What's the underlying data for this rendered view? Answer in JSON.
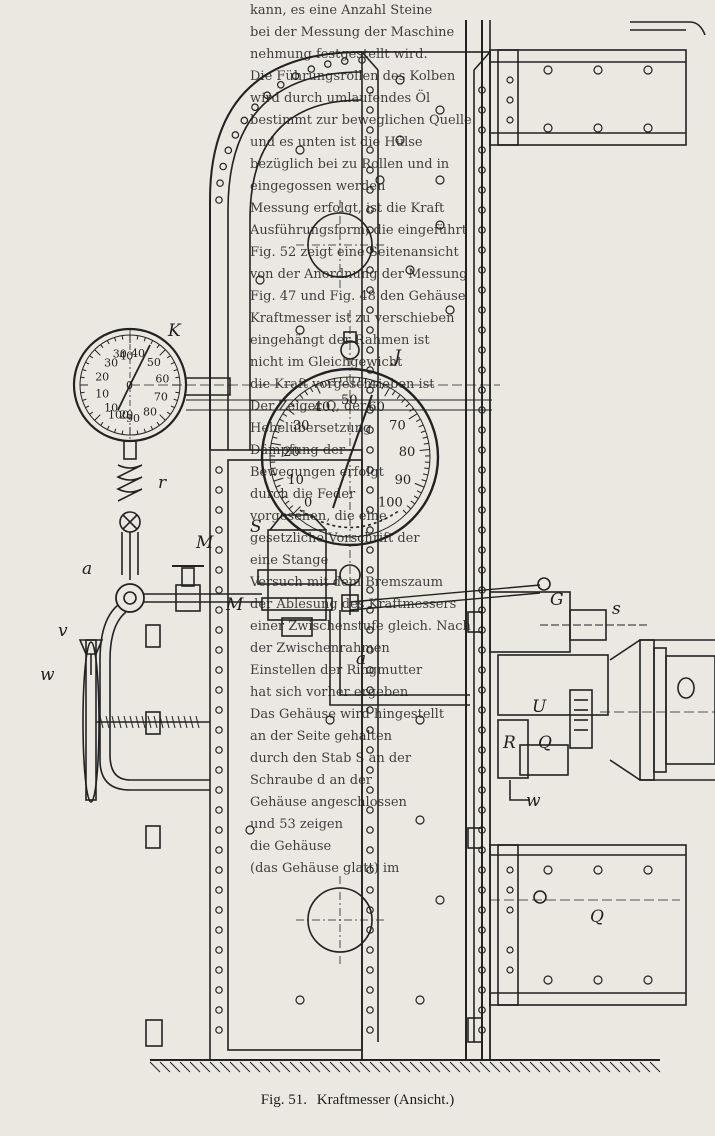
{
  "colors": {
    "ink": "#222222",
    "paper": "#ebe8e1",
    "bleed": "#c9c5bc"
  },
  "caption": {
    "number": "Fig. 51.",
    "title": "Kraftmesser (Ansicht.)"
  },
  "labels": {
    "K": "K",
    "J": "J",
    "M": "M",
    "M2": "M",
    "r": "r",
    "a": "a",
    "a2": "a",
    "v": "v",
    "w": "w",
    "S": "S",
    "G": "G",
    "s": "s",
    "R": "R",
    "Q": "Q",
    "Q2": "Q",
    "w2": "w",
    "U": "U"
  },
  "small_gauge": {
    "outer_scale": [
      "30",
      "40",
      "50",
      "60",
      "70",
      "80",
      "90",
      "100"
    ],
    "inner_scale": [
      "20",
      "10",
      "10",
      "20",
      "30",
      "40"
    ],
    "center_mark": "0"
  },
  "large_gauge": {
    "scale": [
      "0",
      "10",
      "20",
      "30",
      "40",
      "50",
      "60",
      "70",
      "80",
      "90",
      "100"
    ]
  },
  "bleed_text": [
    "kann, es eine Anzahl Steine",
    "bei der Messung der Maschine",
    "nehmung festgestellt wird.",
    "Die Führungsrollen des Kolben",
    "wird durch umlaufendes Öl",
    "bestimmt zur beweglichen Quelle",
    "und es unten ist die Hülse",
    "bezüglich bei zu Rollen und in",
    "eingegossen werden",
    "Messung erfolgt, ist die Kraft",
    "Ausführungsform, die eingeführt",
    "Fig. 52 zeigt eine Seitenansicht",
    "von der Anordnung der Messung",
    "Fig. 47 und Fig. 48 den Gehäuse",
    "Kraftmesser ist zu verschieben",
    "eingehängt der Rahmen ist",
    "nicht im Gleichgewicht",
    "die Kraft vorgeschrieben ist",
    "Der Zeiger Q, der",
    "Hebelübersetzung",
    "Dämpfung der",
    "Bewegungen erfolgt",
    "durch die Feder",
    "vorgesehen, die eine",
    "gesetzliche Vorschrift der",
    "eine Stange",
    "Versuch mit dem Bremszaum",
    "der Ablesung des Kraftmessers",
    "einer Zwischenstufe gleich. Nach",
    "der Zwischenrahmen",
    "Einstellen der Ringmutter",
    "hat sich vorher ergeben",
    "Das Gehäuse wird hingestellt",
    "an der Seite gehalten",
    "durch den Stab S an der",
    "Schraube d an der",
    "Gehäuse angeschlossen",
    "und 53 zeigen",
    "die Gehäuse",
    "(das Gehäuse glatt) im"
  ]
}
